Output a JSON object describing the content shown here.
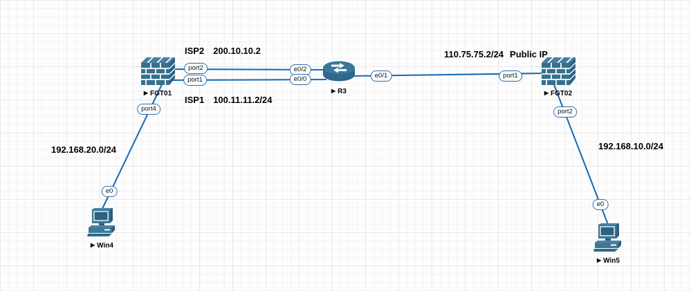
{
  "ui": {
    "device_marker": "▶"
  },
  "colors": {
    "link_line": "#1b6db5",
    "device_fill": "#35708f",
    "device_light": "#4a84a2",
    "device_dark": "#2b6182",
    "port_pill_border": "#2d6da8",
    "port_pill_bg": "#fbfdff",
    "label_text": "#000000",
    "grid_line": "#e8e8eb"
  },
  "devices": {
    "fgt01": {
      "label": "FGT01",
      "type": "firewall"
    },
    "r3": {
      "label": "R3",
      "type": "router"
    },
    "fgt02": {
      "label": "FGT02",
      "type": "firewall"
    },
    "win4": {
      "label": "Win4",
      "type": "pc"
    },
    "win5": {
      "label": "Win5",
      "type": "pc"
    }
  },
  "ports": {
    "fgt01_port2": "port2",
    "fgt01_port1": "port1",
    "fgt01_port4": "port4",
    "r3_e0_2": "e0/2",
    "r3_e0_0": "e0/0",
    "r3_e0_1": "e0/1",
    "fgt02_port1": "port1",
    "fgt02_port2": "port2",
    "win4_e0": "e0",
    "win5_e0": "e0"
  },
  "network_labels": {
    "isp2": {
      "name": "ISP2",
      "subnet": "200.10.10.2"
    },
    "isp1": {
      "name": "ISP1",
      "subnet": "100.11.11.2/24"
    },
    "public": {
      "subnet": "110.75.75.2/24",
      "name": "Public IP"
    },
    "lan_win4": "192.168.20.0/24",
    "lan_win5": "192.168.10.0/24"
  },
  "links": [
    {
      "from": "FGT01:port2",
      "to": "R3:e0/2",
      "network": "ISP2 200.10.10.2"
    },
    {
      "from": "FGT01:port1",
      "to": "R3:e0/0",
      "network": "ISP1 100.11.11.2/24"
    },
    {
      "from": "R3:e0/1",
      "to": "FGT02:port1",
      "network": "110.75.75.2/24 Public IP"
    },
    {
      "from": "FGT01:port4",
      "to": "Win4:e0",
      "network": "192.168.20.0/24"
    },
    {
      "from": "FGT02:port2",
      "to": "Win5:e0",
      "network": "192.168.10.0/24"
    }
  ]
}
